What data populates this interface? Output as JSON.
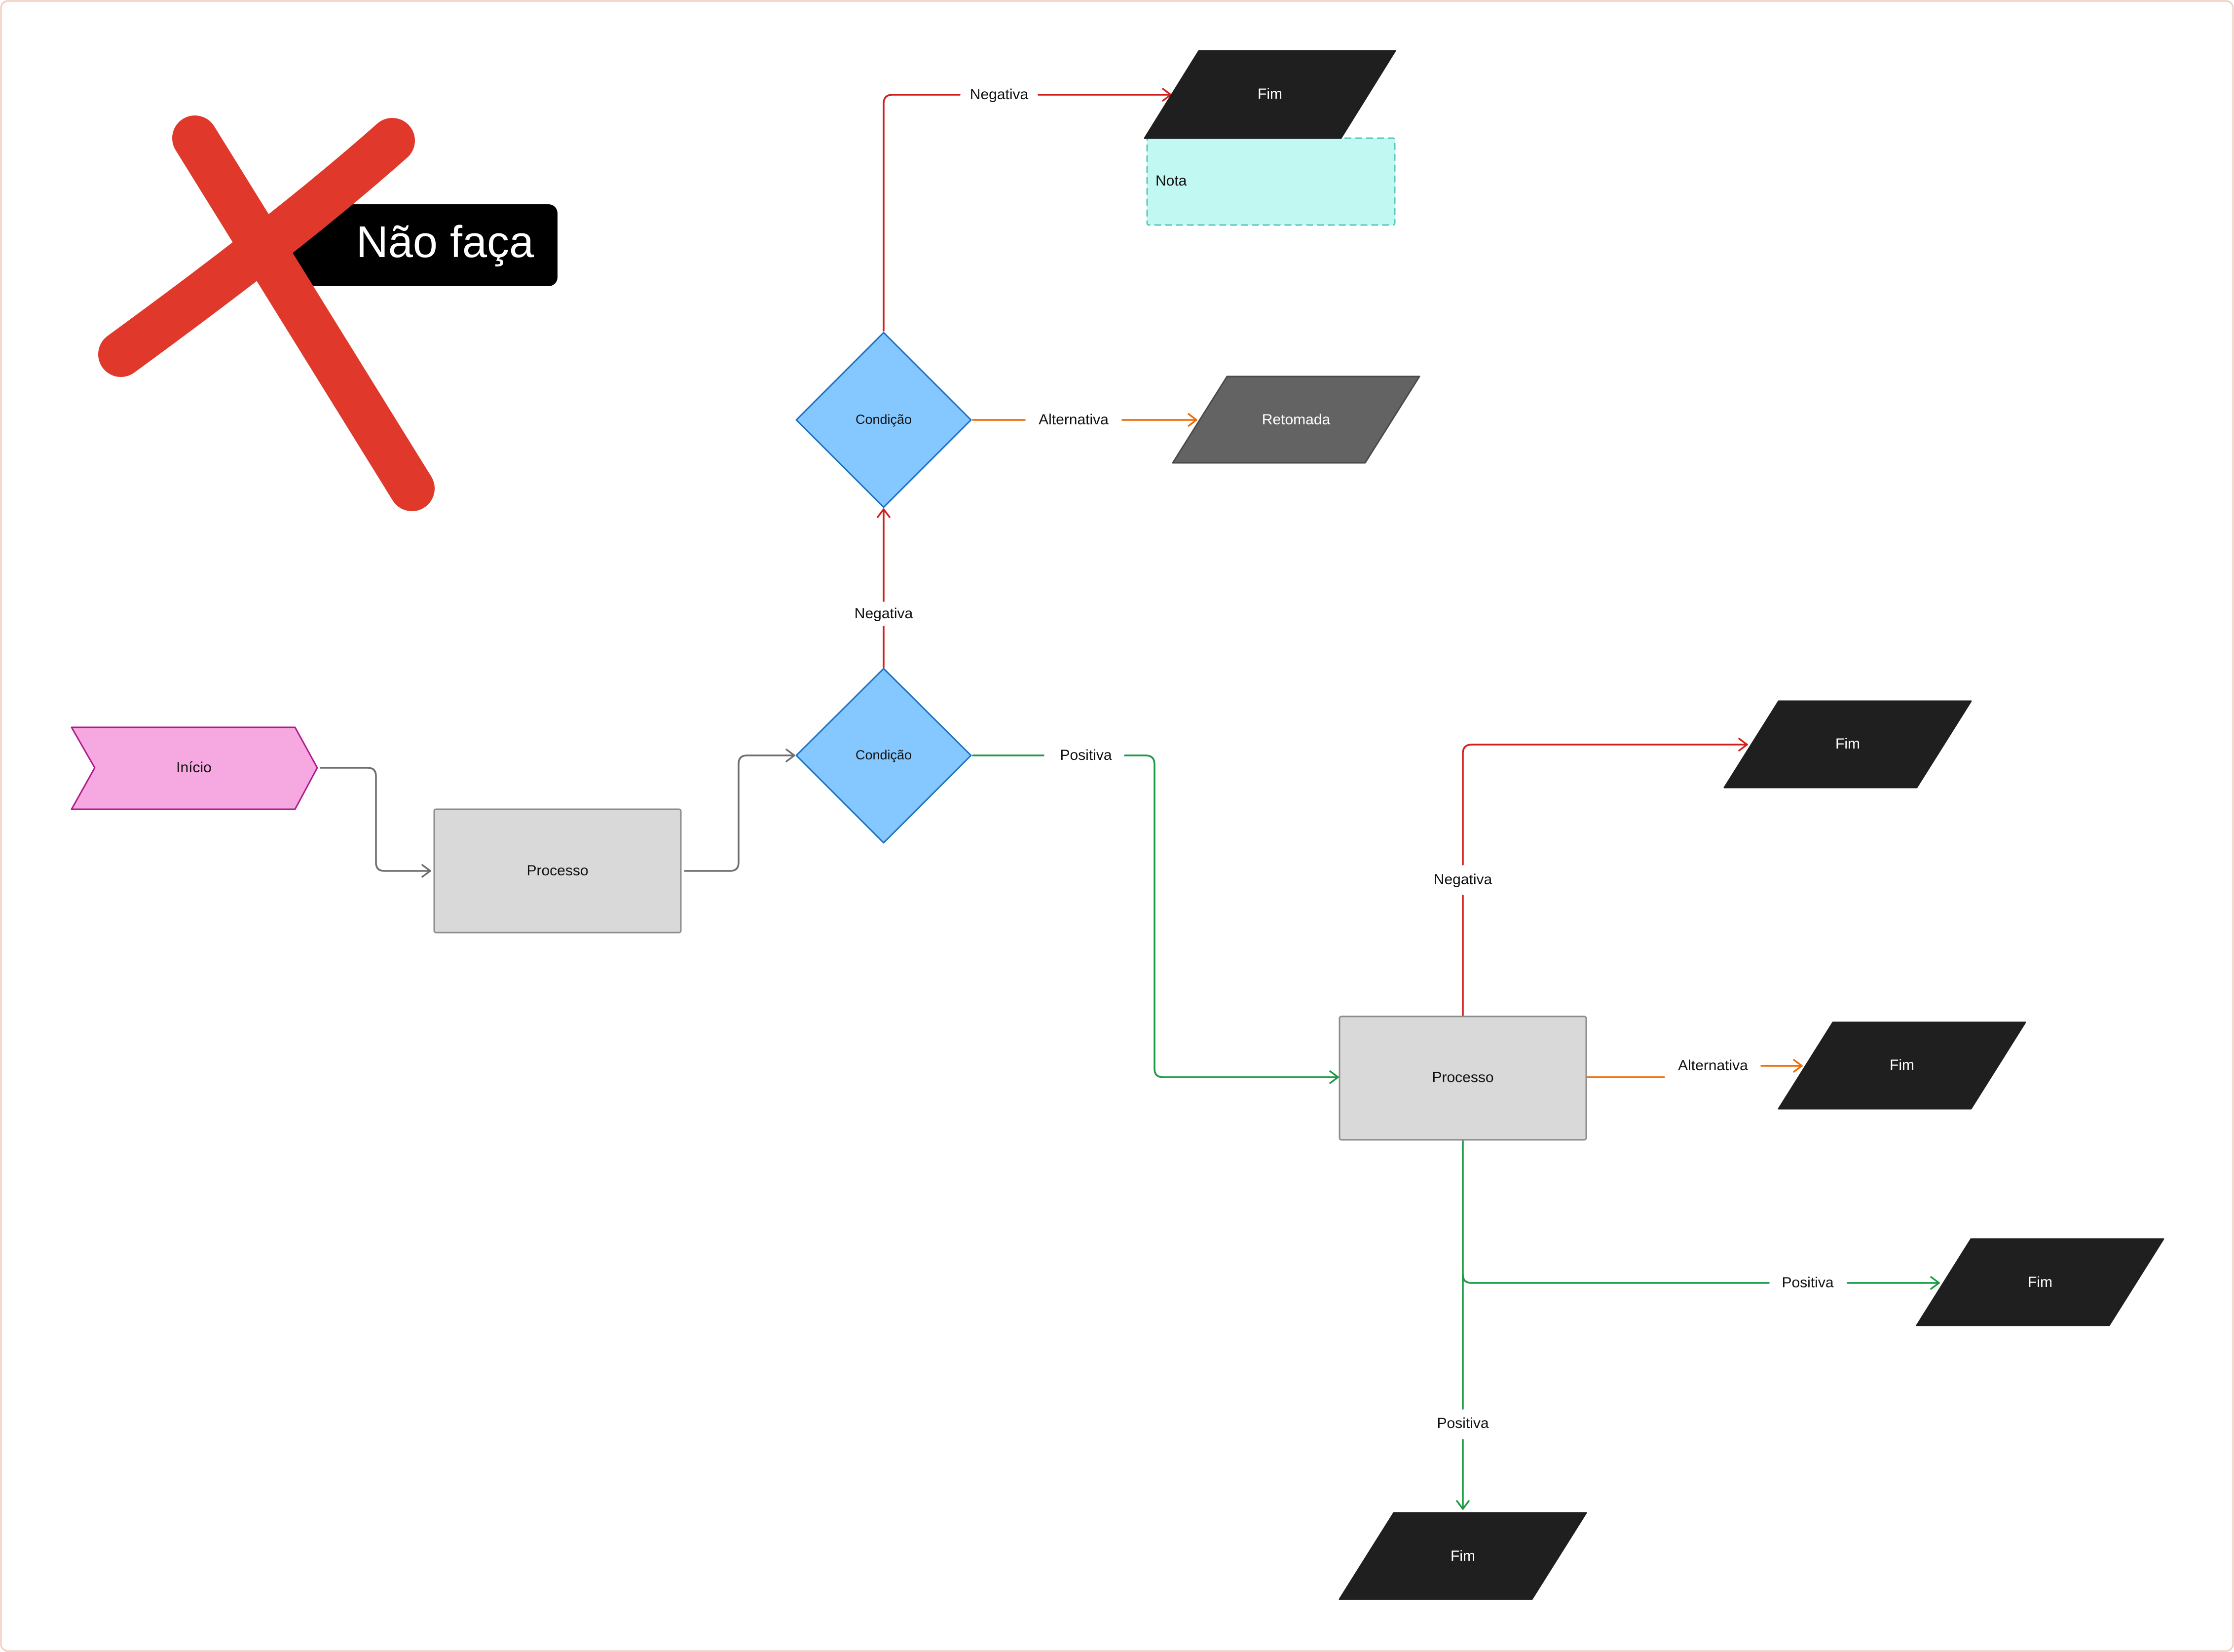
{
  "banner": {
    "text": "Não faça",
    "icon": "red-cross-icon"
  },
  "colors": {
    "frame_border": "#f2c9bd",
    "cross": "#e0392b",
    "banner_bg": "#000000",
    "start_fill": "#f6a9e0",
    "start_stroke": "#b01a8f",
    "process_fill": "#d9d9d9",
    "process_stroke": "#8c8c8c",
    "decision_fill": "#84c8ff",
    "decision_stroke": "#1d6fc4",
    "end_fill": "#1f1f1f",
    "resume_fill": "#636363",
    "note_fill": "#c2f8f2",
    "note_stroke": "#59c8bd",
    "negative": "#d21f1f",
    "alternative": "#ef6c00",
    "positive": "#1a9a45",
    "neutral": "#6e6e6e"
  },
  "nodes": {
    "start": "Início",
    "process_1": "Processo",
    "decision_1": "Condição",
    "decision_2": "Condição",
    "end_top": "Fim",
    "note": "Nota",
    "resume": "Retomada",
    "process_2": "Processo",
    "end_neg": "Fim",
    "end_alt": "Fim",
    "end_pos_right": "Fim",
    "end_pos_bottom": "Fim"
  },
  "edges": {
    "d1_up": "Negativa",
    "d1_right": "Positiva",
    "d2_up": "Negativa",
    "d2_right": "Alternativa",
    "p2_up": "Negativa",
    "p2_right": "Alternativa",
    "p2_branch": "Positiva",
    "p2_down": "Positiva"
  }
}
